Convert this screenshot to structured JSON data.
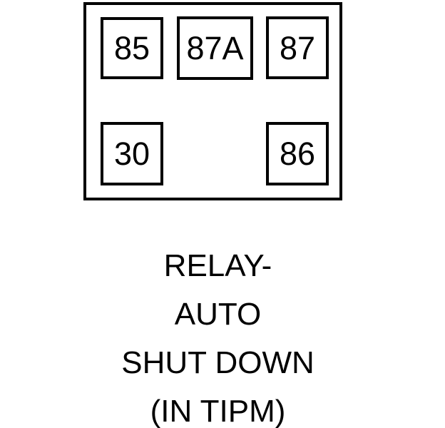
{
  "diagram": {
    "kind": "automotive-relay-pinout",
    "colors": {
      "stroke": "#000000",
      "background": "#ffffff"
    },
    "relay_body": {
      "label": "relay-outline"
    },
    "terminals": [
      {
        "id": "85",
        "label": "85",
        "row": "top",
        "position": "left"
      },
      {
        "id": "87A",
        "label": "87A",
        "row": "top",
        "position": "center"
      },
      {
        "id": "87",
        "label": "87",
        "row": "top",
        "position": "right"
      },
      {
        "id": "30",
        "label": "30",
        "row": "bottom",
        "position": "left"
      },
      {
        "id": "86",
        "label": "86",
        "row": "bottom",
        "position": "right"
      }
    ],
    "caption": {
      "lines": [
        "RELAY-",
        "AUTO",
        "SHUT DOWN",
        "(IN TIPM)"
      ],
      "full_text": "RELAY- AUTO SHUT DOWN (IN TIPM)"
    }
  }
}
